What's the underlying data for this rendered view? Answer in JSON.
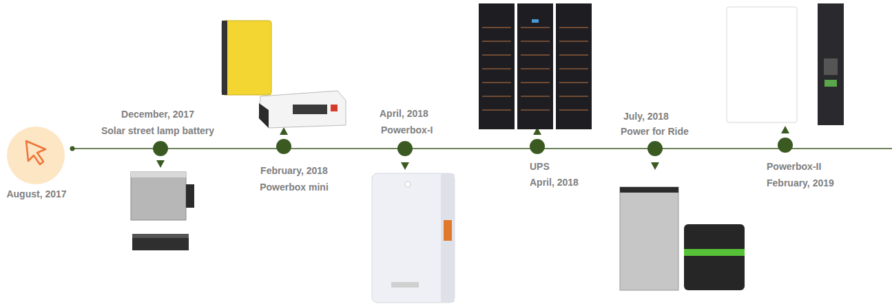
{
  "diagram": {
    "labels": [
      "August, 2017",
      "December, 2017",
      "Solar street lamp battery",
      "February, 2018",
      "Powerbox mini",
      "April, 2018",
      "Powerbox-I",
      "UPS",
      "April, 2018",
      "July, 2018",
      "Power for Ride",
      "Powerbox-II",
      "February, 2019"
    ]
  }
}
